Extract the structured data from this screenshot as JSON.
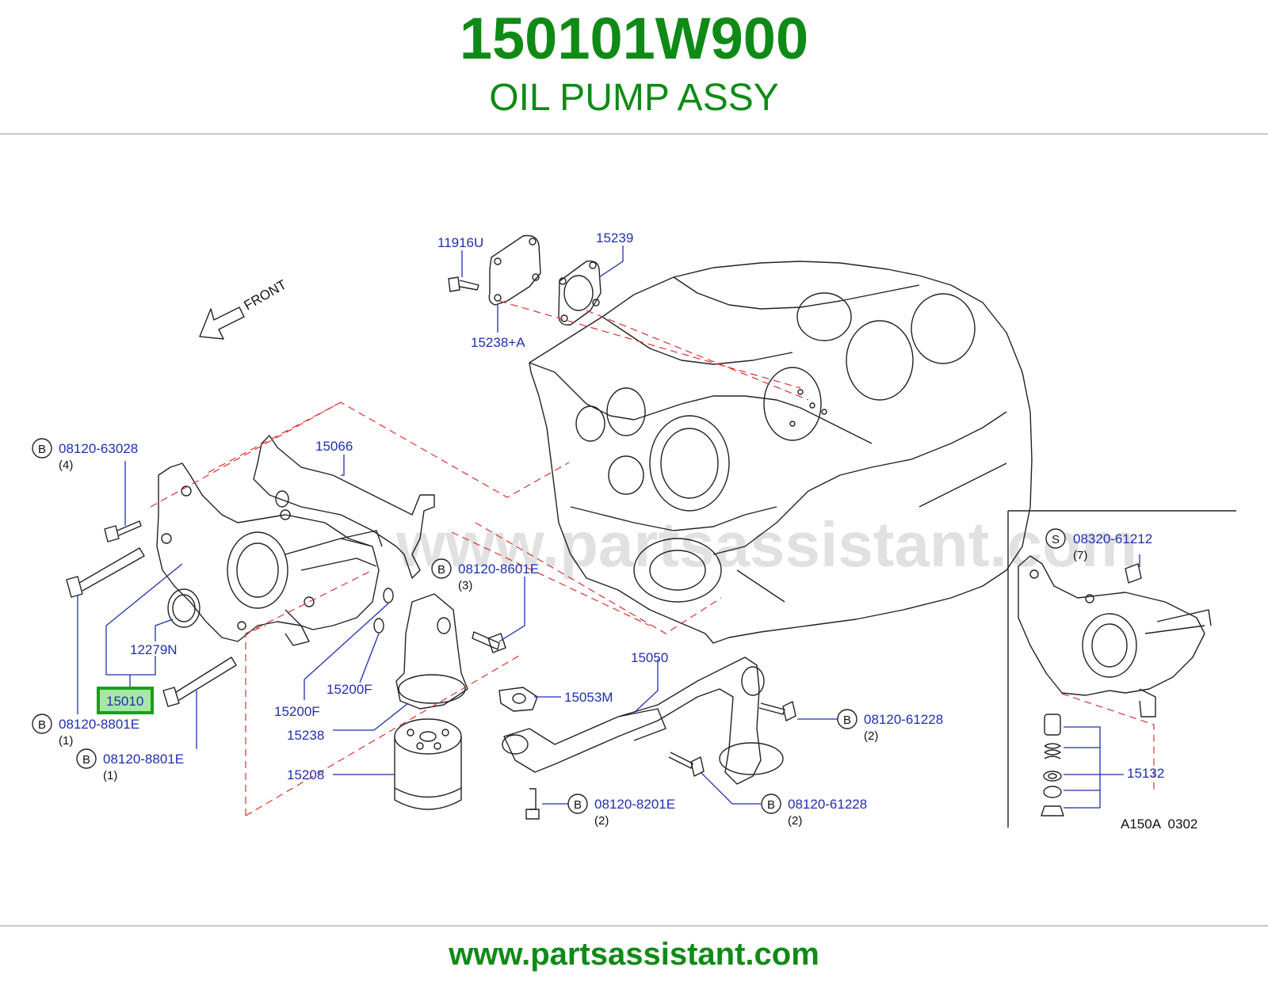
{
  "header": {
    "part_number": "150101W900",
    "title": "OIL PUMP ASSY"
  },
  "footer": {
    "url": "www.partsassistant.com"
  },
  "diagram": {
    "watermark": "www.partsassistant.com",
    "front_label": "FRONT",
    "diagram_code": "A150A  0302",
    "highlighted_part": "15010",
    "callouts": {
      "c11916u": "11916U",
      "c15239": "15239",
      "c15238a": "15238+A",
      "c63028": "08120-63028",
      "c63028_qty": "(4)",
      "c15066": "15066",
      "c8601e": "08120-8601E",
      "c8601e_qty": "(3)",
      "c12279n": "12279N",
      "c15010": "15010",
      "c8801e_a": "08120-8801E",
      "c8801e_a_qty": "(1)",
      "c8801e_b": "08120-8801E",
      "c8801e_b_qty": "(1)",
      "c15200f_a": "15200F",
      "c15200f_b": "15200F",
      "c15238": "15238",
      "c15208": "15208",
      "c15050": "15050",
      "c15053m": "15053M",
      "c61228_a": "08120-61228",
      "c61228_a_qty": "(2)",
      "c61228_b": "08120-61228",
      "c61228_b_qty": "(2)",
      "c8201e": "08120-8201E",
      "c8201e_qty": "(2)",
      "c61212": "08320-61212",
      "c61212_qty": "(7)",
      "c15132": "15132"
    },
    "markers": {
      "bolt": "B",
      "screw": "S"
    }
  }
}
